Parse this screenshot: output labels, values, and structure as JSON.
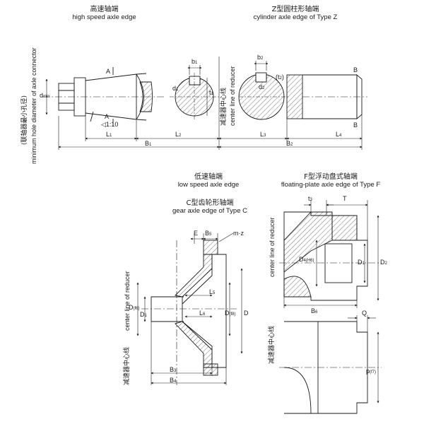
{
  "titles": {
    "high_speed": {
      "zh": "高速轴端",
      "en": "high speed axle edge"
    },
    "type_z": {
      "zh": "Z型圆柱形轴端",
      "en": "cylinder axle edge of Type Z"
    },
    "low_speed": {
      "zh": "低速轴端",
      "en": "low speed axle edge"
    },
    "type_c": {
      "zh": "C型齿轮形轴端",
      "en": "gear axle edge of Type C"
    },
    "type_f": {
      "zh": "F型浮动盘式轴端",
      "en": "floating-plate axle edge of Type F"
    }
  },
  "side_notes": {
    "connector_zh": "(联轴器最小孔径)",
    "connector_en": "minimum hole diameter of axle connector",
    "center_zh": "减速器中心线",
    "center_en": "center line of reducer"
  },
  "labels": {
    "d_min": "d",
    "d_min_sub": "min",
    "A_top": "A",
    "A_bot": "A",
    "taper": "◁1:10",
    "L1": "L",
    "L1_sub": "1",
    "L2": "L",
    "L2_sub": "2",
    "B1": "B",
    "B1_sub": "1",
    "b1": "b",
    "b1_sub": "1",
    "t1": "t",
    "t1_sub": "1",
    "d1": "d",
    "d1_sub": "1",
    "b2": "b",
    "b2_sub": "2",
    "t2": "(t",
    "t2_sub": "2",
    "t2_close": ")",
    "d2": "d",
    "d2_sub": "2",
    "L3": "L",
    "L3_sub": "3",
    "L4": "L",
    "L4_sub": "4",
    "B2": "B",
    "B2_sub": "2",
    "B_top": "B",
    "B_bot": "B",
    "E": "E",
    "B5": "B",
    "B5_sub": "5",
    "mz": "m·z",
    "Df6": "D",
    "Df6_sub": "(f6)",
    "D1c": "D",
    "D1c_sub": "1",
    "L5": "L",
    "L5_sub": "5",
    "L6": "L",
    "L6_sub": "6",
    "Dd": "D",
    "Dd_sub": "(f8)",
    "D": "D",
    "B3": "B",
    "B3_sub": "3",
    "B4": "B",
    "B4_sub": "4",
    "t3": "t",
    "t3_sub": "3",
    "T": "T",
    "DH": "D",
    "DH_sub": "4(H6)",
    "D1f": "D",
    "D1f_sub": "1",
    "D2f": "D",
    "D2f_sub": "2",
    "B6": "B",
    "B6_sub": "6",
    "Q": "Q",
    "P": "p",
    "P_sub": "(f7)"
  }
}
